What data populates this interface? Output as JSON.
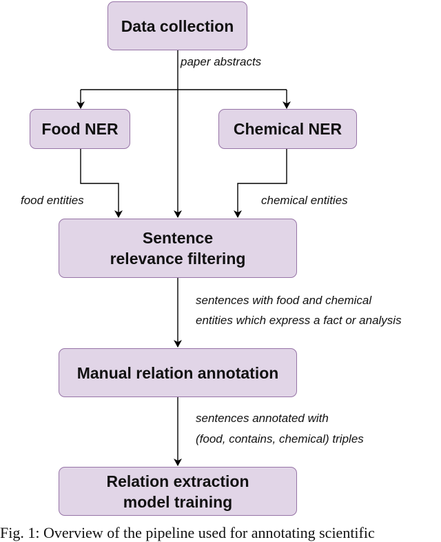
{
  "boxes": {
    "data_collection": "Data collection",
    "food_ner": "Food NER",
    "chemical_ner": "Chemical NER",
    "sentence_filter": "Sentence relevance filtering",
    "manual_annotation": "Manual relation annotation",
    "model_training": "Relation extraction model training"
  },
  "labels": {
    "paper_abstracts": "paper abstracts",
    "food_entities": "food entities",
    "chemical_entities": "chemical entities",
    "filter_output_line1": "sentences with food and chemical",
    "filter_output_line2": "entities which express a fact or analysis",
    "annotation_output_line1": "sentences annotated with",
    "annotation_output_line2": "(food, contains, chemical) triples"
  },
  "caption": "Fig. 1: Overview of the pipeline used for annotating scientific"
}
